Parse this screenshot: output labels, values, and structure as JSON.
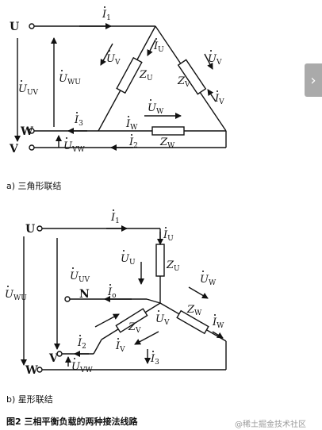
{
  "captions": {
    "delta": "a) 三角形联结",
    "star": "b) 星形联结",
    "figure": "图2 三相平衡负载的两种接法线路"
  },
  "watermark": "@稀土掘金技术社区",
  "nav": {
    "next_glyph": "›"
  },
  "delta": {
    "nodes": {
      "U": "U",
      "W": "W",
      "V": "V"
    },
    "currents": {
      "i1": "1",
      "i2": "2",
      "i3": "3",
      "iU": "U",
      "iV": "V",
      "iW": "W"
    },
    "voltages": {
      "UWU": "WU",
      "UUV": "UV",
      "UVW": "VW",
      "UV_side": "V",
      "UW": "W",
      "UV": "V"
    },
    "impedances": {
      "ZU": "U",
      "ZV": "V",
      "ZW": "W"
    }
  },
  "star": {
    "nodes": {
      "U": "U",
      "N": "N",
      "V": "V",
      "W": "W"
    },
    "currents": {
      "i1": "1",
      "i2": "2",
      "i3": "3",
      "io": "o",
      "iU": "U",
      "iV": "V",
      "iW": "W"
    },
    "voltages": {
      "UU": "U",
      "UUV": "UV",
      "UWU": "WU",
      "UVW": "VW",
      "UV": "V",
      "UW": "W"
    },
    "impedances": {
      "ZU": "U",
      "ZV": "V",
      "ZW": "W"
    }
  }
}
